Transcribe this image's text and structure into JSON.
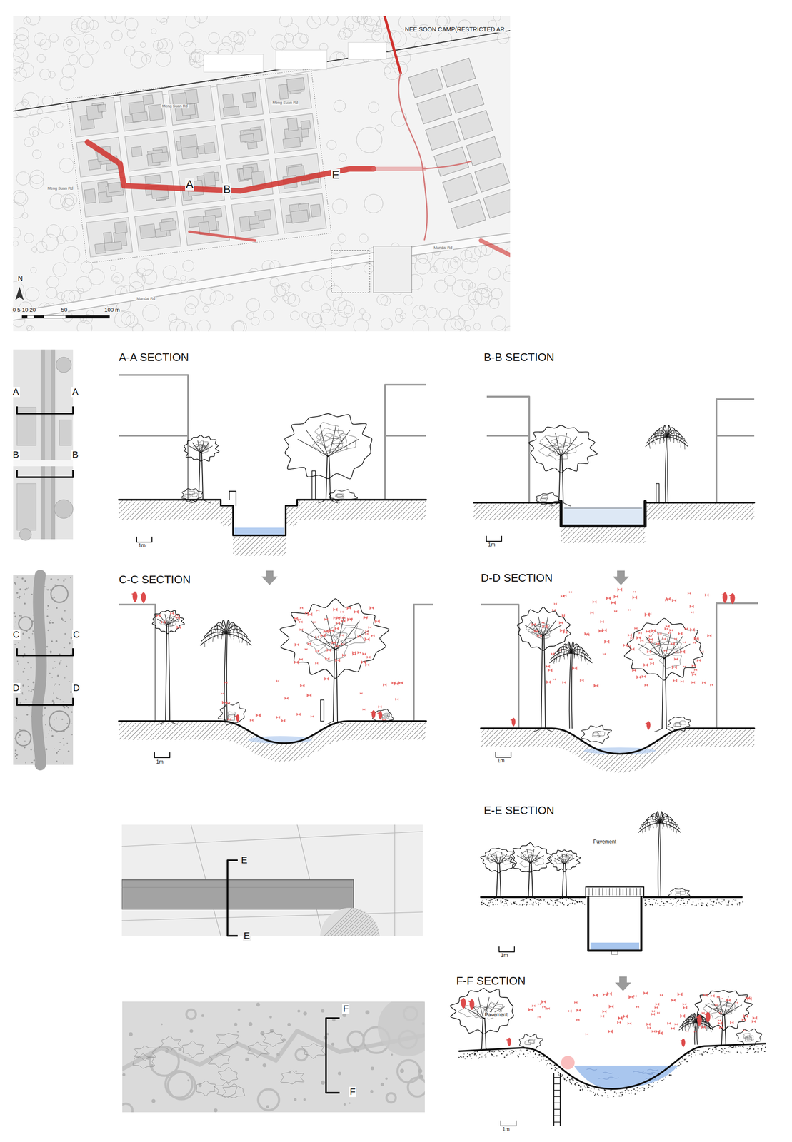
{
  "diagram": {
    "labels": [
      "NEE SOON CAMP(RESTRICTED AR",
      "Meng Suan Rd",
      "Meng Suan Rd",
      "Meng Suan Rd",
      "Mandai Rd",
      "Mandai Rd",
      "A",
      "B",
      "E",
      "N",
      "0 5 10 20",
      "50",
      "100 m",
      "A-A SECTION",
      "B-B SECTION",
      "C-C SECTION",
      "D-D SECTION",
      "E-E SECTION",
      "F-F SECTION",
      "A",
      "A",
      "B",
      "B",
      "C",
      "C",
      "D",
      "D",
      "E",
      "E",
      "F",
      "F",
      "1m",
      "1m",
      "1m",
      "1m",
      "1m",
      "1m",
      "Pavement",
      "Pavement"
    ]
  }
}
